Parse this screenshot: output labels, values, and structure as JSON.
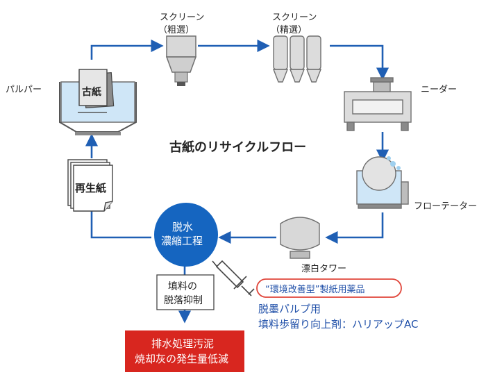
{
  "diagram": {
    "title": "古紙のリサイクルフロー",
    "nodes": {
      "pulper": {
        "label": "パルパー",
        "inner_label": "古紙"
      },
      "screen_coarse": {
        "label_line1": "スクリーン",
        "label_line2": "（粗選）"
      },
      "screen_fine": {
        "label_line1": "スクリーン",
        "label_line2": "（精選）"
      },
      "kneader": {
        "label": "ニーダー"
      },
      "flotator": {
        "label": "フローテーター"
      },
      "bleach_tower": {
        "label": "漂白タワー"
      },
      "dewatering": {
        "label_line1": "脱水",
        "label_line2": "濃縮工程"
      },
      "recycled_paper": {
        "label": "再生紙"
      },
      "filler_retention": {
        "label_line1": "填料の",
        "label_line2": "脱落抑制"
      },
      "sludge": {
        "label_line1": "排水処理汚泥",
        "label_line2": "焼却灰の発生量低減"
      }
    },
    "chemical": {
      "tag": "“環境改善型”製紙用薬品",
      "line1": "脱墨パルプ用",
      "line2": "填料歩留り向上剤：ハリアップAC"
    },
    "colors": {
      "flow_arrow": "#1f5fb4",
      "dewater_circle": "#1565c0",
      "tag_border": "#e0453a",
      "chemical_text": "#1f4fa8",
      "sludge_box": "#d8261f",
      "machine_fill": "#dcdcdc",
      "machine_stroke": "#6f6f6f",
      "water": "#cfe6f7"
    }
  }
}
